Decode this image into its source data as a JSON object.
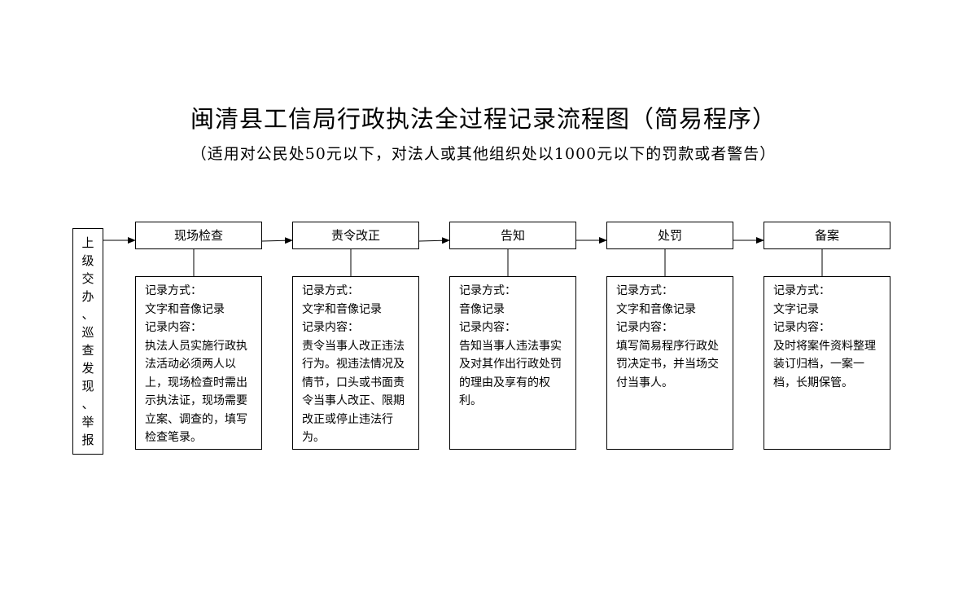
{
  "title": "闽清县工信局行政执法全过程记录流程图（简易程序）",
  "subtitle": "（适用对公民处50元以下，对法人或其他组织处以1000元以下的罚款或者警告）",
  "source": {
    "chars": [
      "上",
      "级",
      "交",
      "办",
      "、",
      "巡",
      "查",
      "发",
      "现",
      "、",
      "举",
      "报"
    ]
  },
  "steps": [
    {
      "name": "现场检查",
      "method_label": "记录方式：",
      "method": "文字和音像记录",
      "content_label": "记录内容：",
      "content": "执法人员实施行政执法活动必须两人以上，现场检查时需出示执法证，现场需要立案、调查的，填写检查笔录。"
    },
    {
      "name": "责令改正",
      "method_label": "记录方式：",
      "method": "文字和音像记录",
      "content_label": "记录内容：",
      "content": "责令当事人改正违法行为。视违法情况及情节，口头或书面责令当事人改正、限期改正或停止违法行为。"
    },
    {
      "name": "告知",
      "method_label": "记录方式：",
      "method": "音像记录",
      "content_label": "记录内容：",
      "content": "告知当事人违法事实及对其作出行政处罚的理由及享有的权利。"
    },
    {
      "name": "处罚",
      "method_label": "记录方式：",
      "method": "文字和音像记录",
      "content_label": "记录内容：",
      "content": "填写简易程序行政处罚决定书，并当场交付当事人。"
    },
    {
      "name": "备案",
      "method_label": "记录方式：",
      "method": "文字记录",
      "content_label": "记录内容：",
      "content": "及时将案件资料整理装订归档，一案一档，长期保管。"
    }
  ]
}
